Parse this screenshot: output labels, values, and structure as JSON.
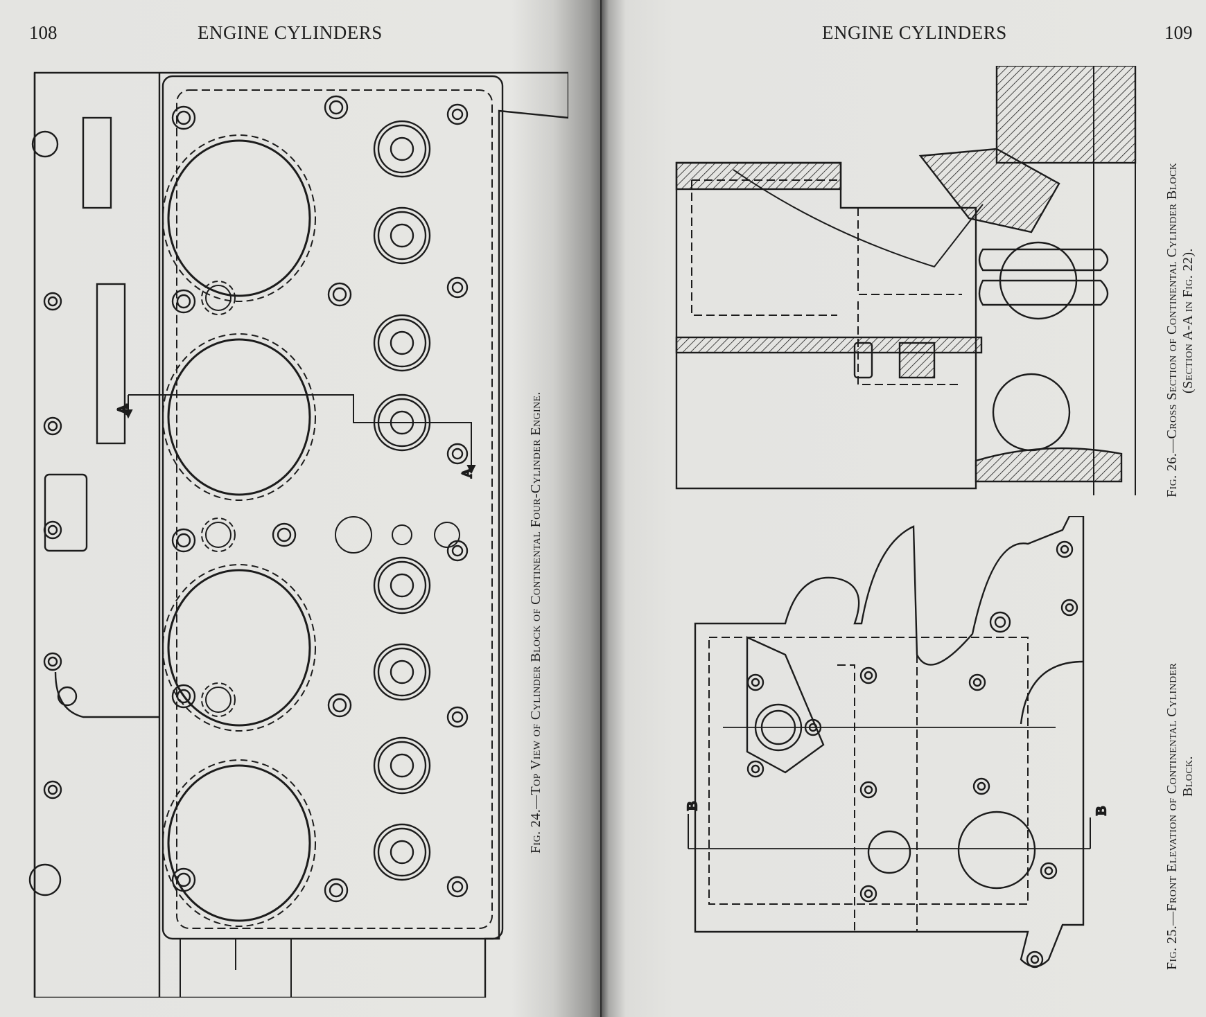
{
  "book": {
    "left_page": {
      "page_number": "108",
      "running_head": "ENGINE CYLINDERS",
      "figures": [
        {
          "id": "fig-24",
          "label": "Fig. 24.",
          "caption": "—Top View of Cylinder Block of Continental Four-Cylinder Engine.",
          "section_marks": [
            "A",
            "A"
          ]
        }
      ]
    },
    "right_page": {
      "page_number": "109",
      "running_head": "ENGINE CYLINDERS",
      "figures": [
        {
          "id": "fig-26",
          "label": "Fig. 26.",
          "caption_line1": "—Cross Section of Continental Cylinder Block",
          "caption_line2": "(Section A-A in Fig. 22)."
        },
        {
          "id": "fig-25",
          "label": "Fig. 25.",
          "caption_line1": "—Front Elevation of Continental Cylinder",
          "caption_line2": "Block.",
          "section_marks": [
            "B",
            "B"
          ]
        }
      ]
    }
  }
}
